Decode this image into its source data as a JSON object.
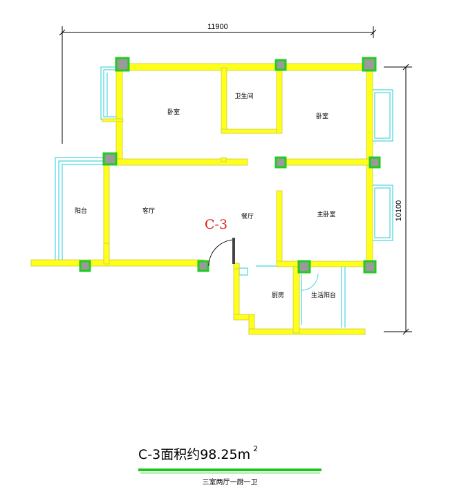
{
  "dimensions": {
    "width": "11900",
    "height": "10100"
  },
  "unit_code": "C-3",
  "rooms": {
    "bedroom_1": "卧室",
    "bathroom": "卫生间",
    "bedroom_2": "卧室",
    "balcony": "阳台",
    "living_room": "客厅",
    "dining_room": "餐厅",
    "master_bedroom": "主卧室",
    "kitchen": "厨房",
    "service_balcony": "生活阳台"
  },
  "caption": {
    "title": "C-3面积约98.25m",
    "title_sup": "2",
    "subtitle": "三室两厅一厨一卫"
  },
  "colors": {
    "wall": "#ffff1a",
    "column_outline": "#1fcc1f",
    "window": "#45d6df",
    "unit_code": "#e01c1c",
    "rule": "#1ec41e"
  }
}
